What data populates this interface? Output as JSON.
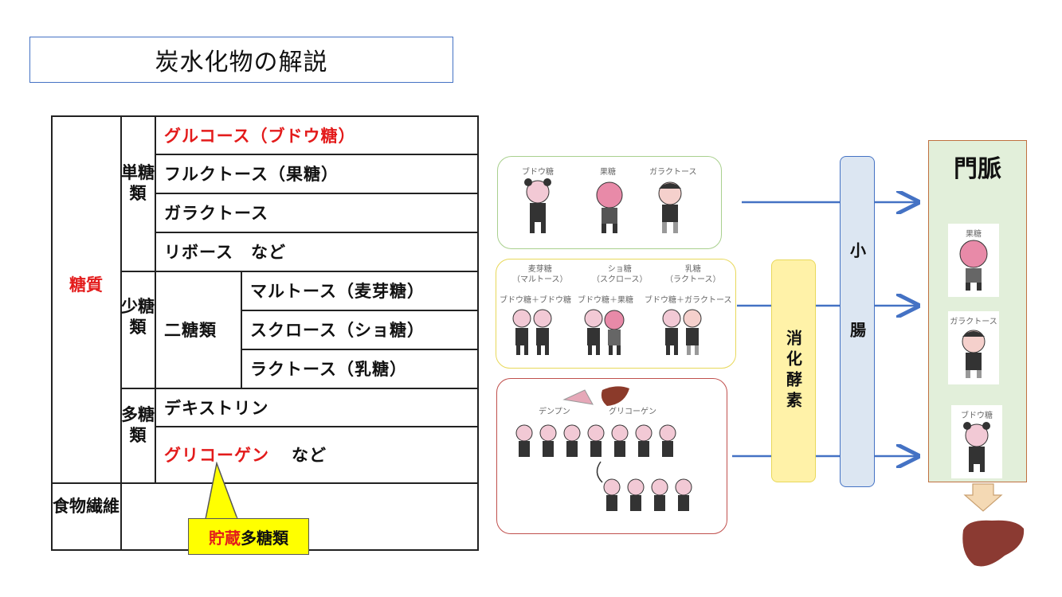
{
  "title": "炭水化物の解説",
  "table": {
    "category": "糖質",
    "mono": {
      "label": "単糖類",
      "items": [
        "グルコース（ブドウ糖）",
        "フルクトース（果糖）",
        "ガラクトース",
        "リボース　など"
      ]
    },
    "oligo": {
      "label": "少糖類",
      "sub": "二糖類",
      "items": [
        "マルトース（麦芽糖）",
        "スクロース（ショ糖）",
        "ラクトース（乳糖）"
      ]
    },
    "poly": {
      "label": "多糖類",
      "items": [
        "デキストリン",
        "グリコーゲン",
        "など"
      ]
    },
    "fiber": "食物繊維"
  },
  "callout": {
    "highlight": "貯蔵",
    "rest": "多糖類"
  },
  "diagram": {
    "group1": [
      "ブドウ糖",
      "果糖",
      "ガラクトース"
    ],
    "group2": [
      {
        "name": "麦芽糖",
        "paren": "（マルトース）",
        "combo": "ブドウ糖＋ブドウ糖"
      },
      {
        "name": "ショ糖",
        "paren": "（スクロース）",
        "combo": "ブドウ糖＋果糖"
      },
      {
        "name": "乳糖",
        "paren": "（ラクトース）",
        "combo": "ブドウ糖＋ガラクトース"
      }
    ],
    "group3": [
      "デンプン",
      "グリコーゲン"
    ],
    "enzyme": "消化酵素",
    "intestine": "小腸",
    "portal": "門脈",
    "portal_items": [
      "果糖",
      "ガラクトース",
      "ブドウ糖"
    ],
    "colors": {
      "arrow": "#4472c4",
      "green": "#a9d08e",
      "yellow": "#e8d85a",
      "red": "#c0504d",
      "enzyme_bg": "#fff2a8",
      "intestine_bg": "#dce6f2",
      "portal_bg": "#e2efda"
    }
  }
}
